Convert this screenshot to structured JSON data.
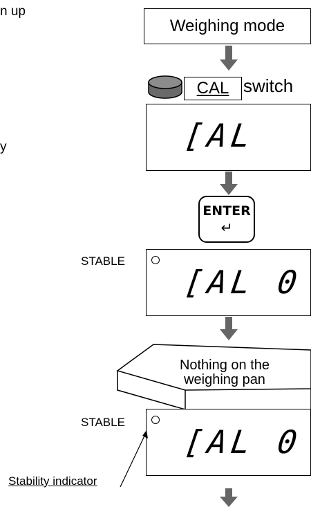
{
  "fragments": [
    "n up",
    "y"
  ],
  "mode_box": {
    "label": "Weighing mode"
  },
  "cal_switch": {
    "tag": "CAL",
    "label": "switch"
  },
  "displays": [
    {
      "text": "[AL",
      "indicator": ""
    },
    {
      "text": "[AL  0",
      "indicator": "STABLE"
    },
    {
      "text": "[AL  0",
      "indicator": "STABLE"
    }
  ],
  "enter_key": {
    "label": "ENTER",
    "symbol": "↵"
  },
  "pan": {
    "label": "Nothing on the weighing pan"
  },
  "stability_indicator": {
    "label": "Stability indicator"
  },
  "colors": {
    "arrow": "#666666",
    "line": "#000000",
    "cylinder_top": "#8c8c8c",
    "cylinder_side": "#6a6a6a"
  }
}
